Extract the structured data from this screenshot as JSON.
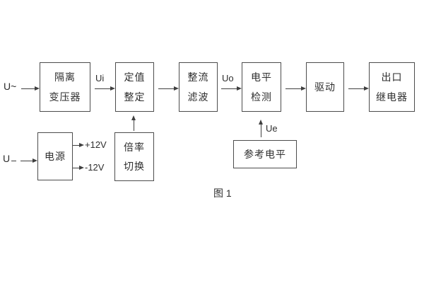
{
  "diagram": {
    "caption": "图 1",
    "colors": {
      "line": "#3f3f3f",
      "text": "#2e2e2e",
      "background": "#ffffff"
    },
    "inputs": {
      "ac": "U~",
      "dc": "U"
    },
    "blocks": {
      "isolation_transformer": [
        "隔离",
        "变压器"
      ],
      "setting_adjust": [
        "定值",
        "整定"
      ],
      "rectifier_filter": [
        "整流",
        "滤波"
      ],
      "level_detect": [
        "电平",
        "检测"
      ],
      "driver": [
        "驱动"
      ],
      "output_relay": [
        "出口",
        "继电器"
      ],
      "power_supply": [
        "电源"
      ],
      "ratio_switch": [
        "倍率",
        "切换"
      ],
      "reference_level": [
        "参考电平"
      ]
    },
    "signals": {
      "ui": "Ui",
      "uo": "Uo",
      "ue": "Ue",
      "plus12": "+12V",
      "minus12": "-12V"
    }
  }
}
